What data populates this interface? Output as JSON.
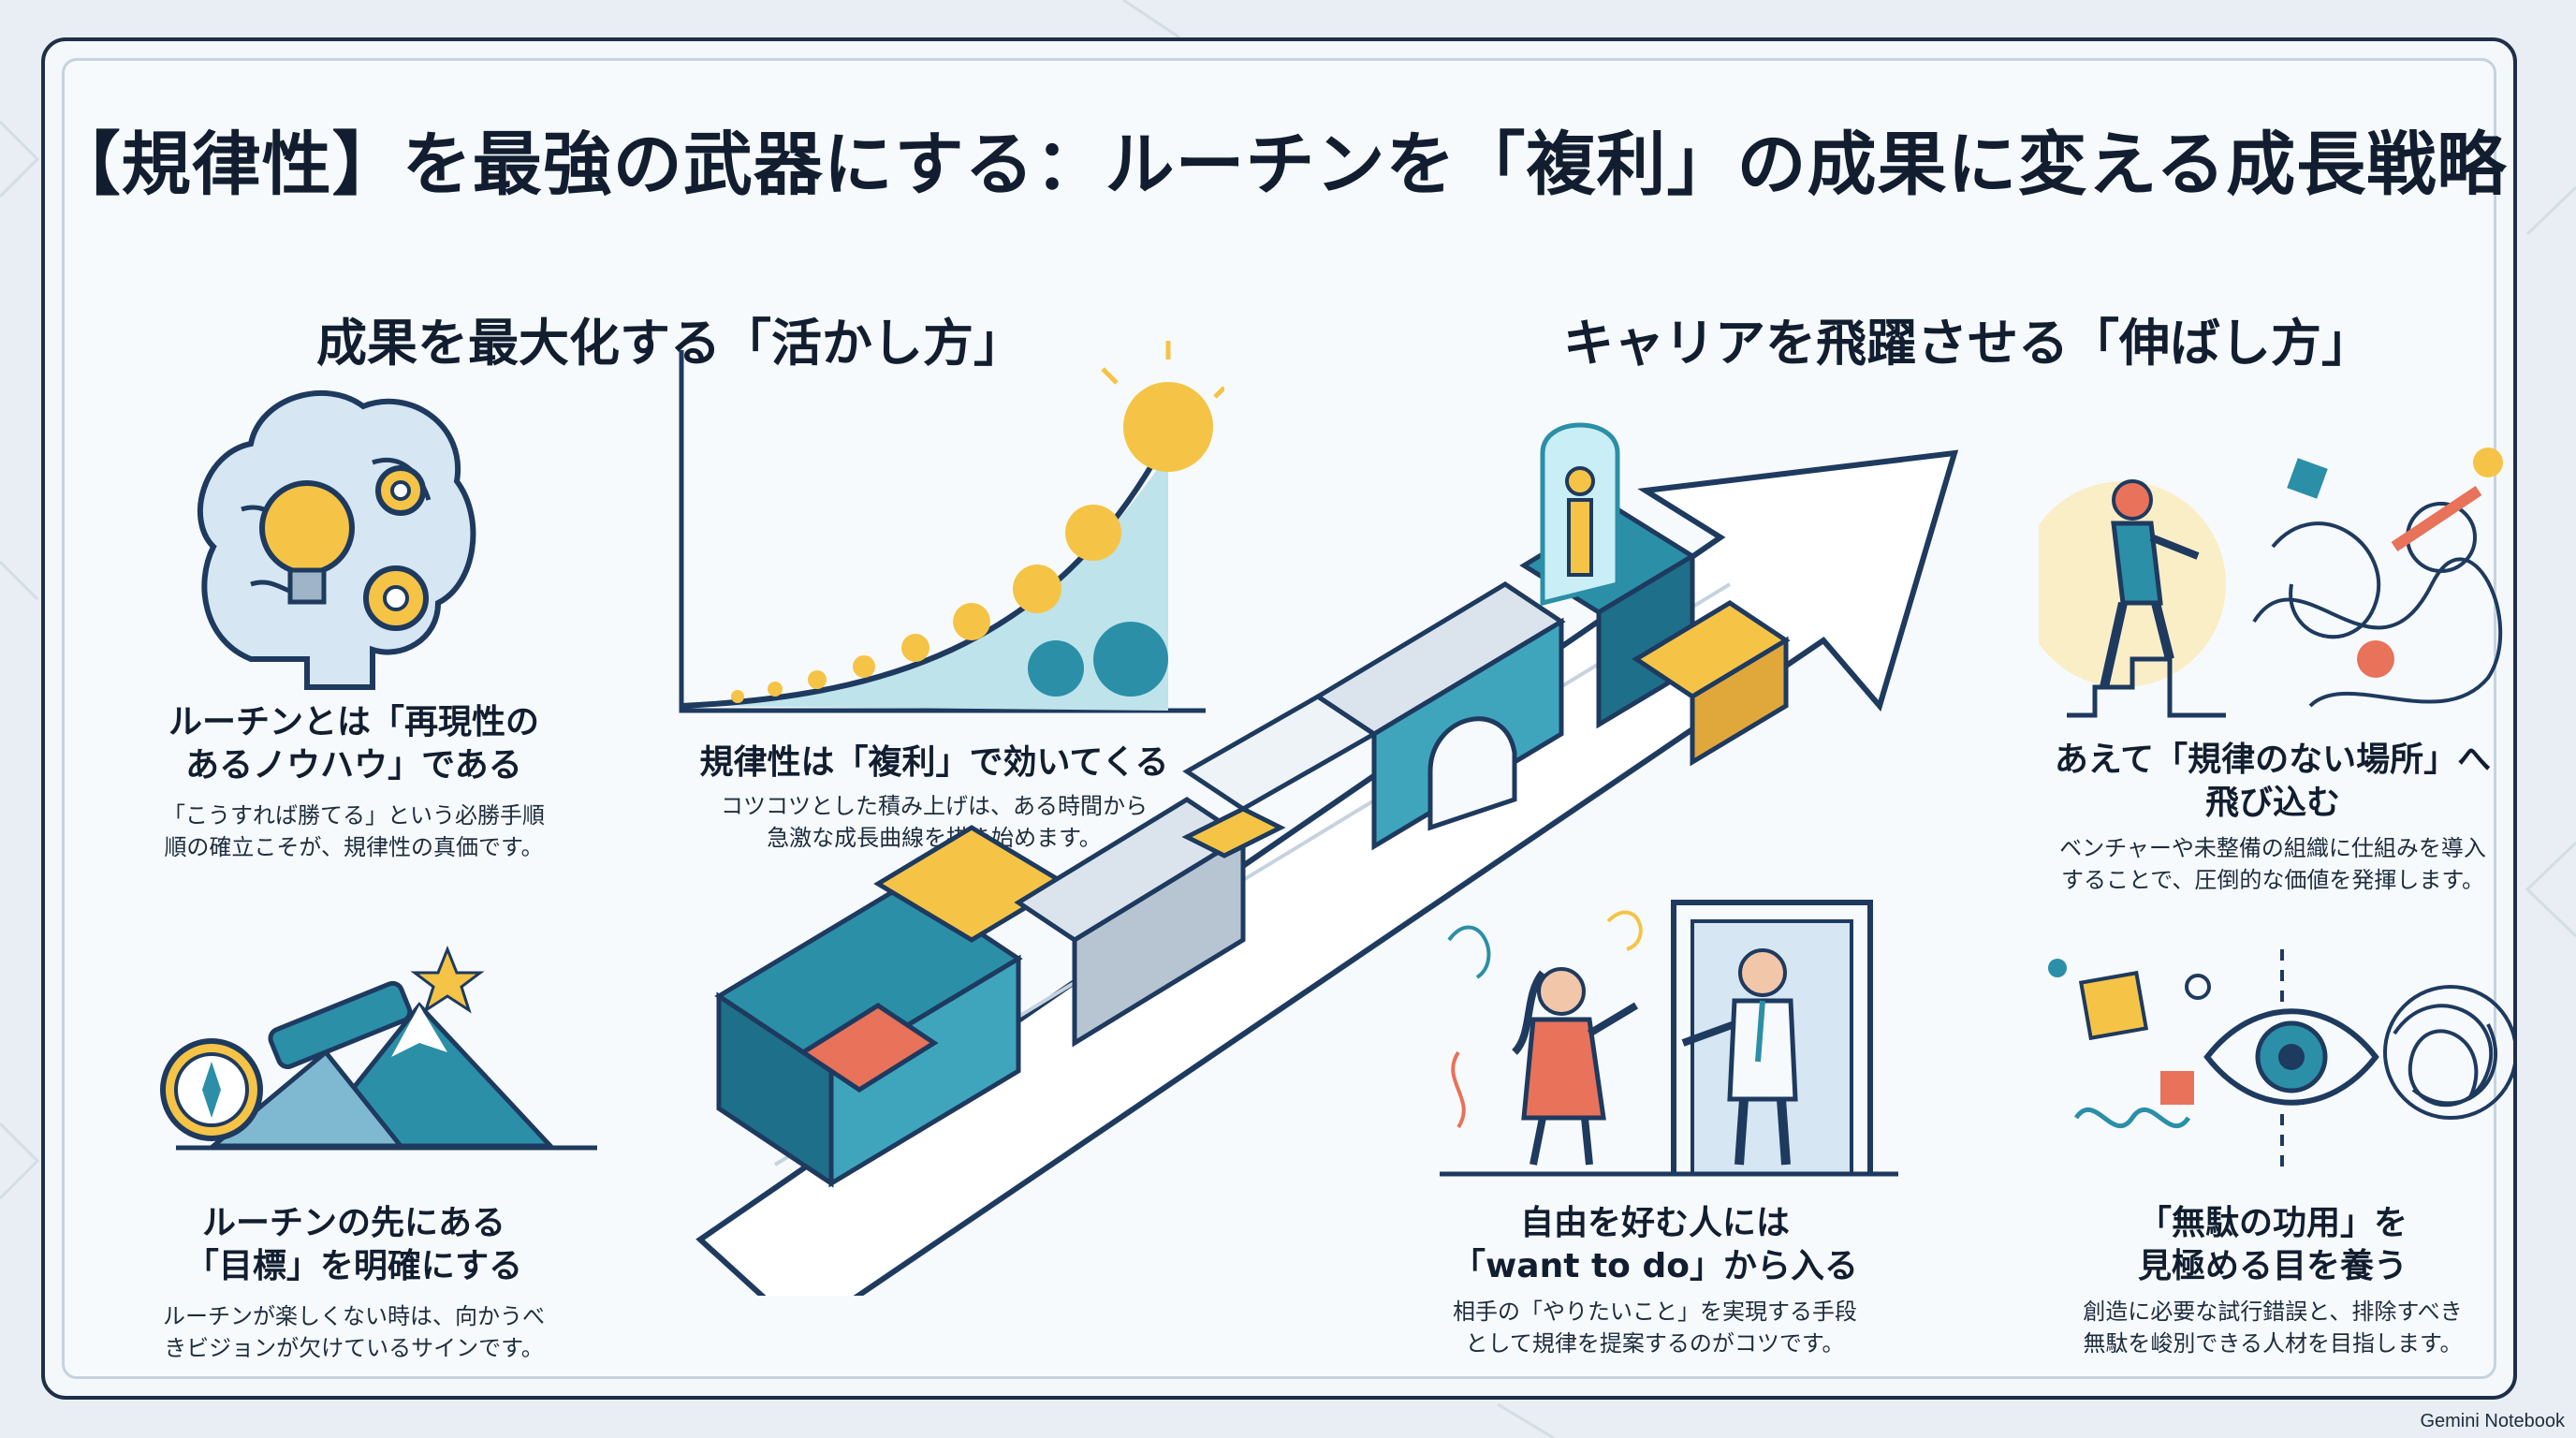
{
  "title": "【規律性】を最強の武器にする：ルーチンを「複利」の成果に変える成長戦略",
  "left_section": {
    "heading": "成果を最大化する「活かし方」",
    "items": [
      {
        "title": "ルーチンとは「再現性の\nあるノウハウ」である",
        "desc": "「こうすれば勝てる」という必勝手順\n順の確立こそが、規律性の真価です。"
      },
      {
        "title": "規律性は「複利」で効いてくる",
        "desc": "コツコツとした積み上げは、ある時間から\n急激な成長曲線を描き始めます。"
      },
      {
        "title": "ルーチンの先にある\n「目標」を明確にする",
        "desc": "ルーチンが楽しくない時は、向かうべ\nきビジョンが欠けているサインです。"
      }
    ]
  },
  "right_section": {
    "heading": "キャリアを飛躍させる「伸ばし方」",
    "items": [
      {
        "title": "あえて「規律のない場所」へ\n飛び込む",
        "desc": "ベンチャーや未整備の組織に仕組みを導入\nすることで、圧倒的な価値を発揮します。"
      },
      {
        "title": "自由を好む人には\n「want to do」から入る",
        "desc": "相手の「やりたいこと」を実現する手段\nとして規律を提案するのがコツです。"
      },
      {
        "title": "「無駄の功用」を\n見極める目を養う",
        "desc": "創造に必要な試行錯誤と、排除すべき\n無駄を峻別できる人材を目指します。"
      }
    ]
  },
  "credit": "Gemini Notebook",
  "icons": [
    "brain-bulb-gears-icon",
    "growth-curve-icon",
    "telescope-mountain-icon",
    "climbing-person-icon",
    "conversation-door-icon",
    "eye-chaos-icon",
    "block-path-arrow-icon"
  ],
  "colors": {
    "navy": "#1e3a5f",
    "teal": "#2b8fa8",
    "yellow": "#f5c446",
    "coral": "#e8725a",
    "text": "#121e30"
  }
}
